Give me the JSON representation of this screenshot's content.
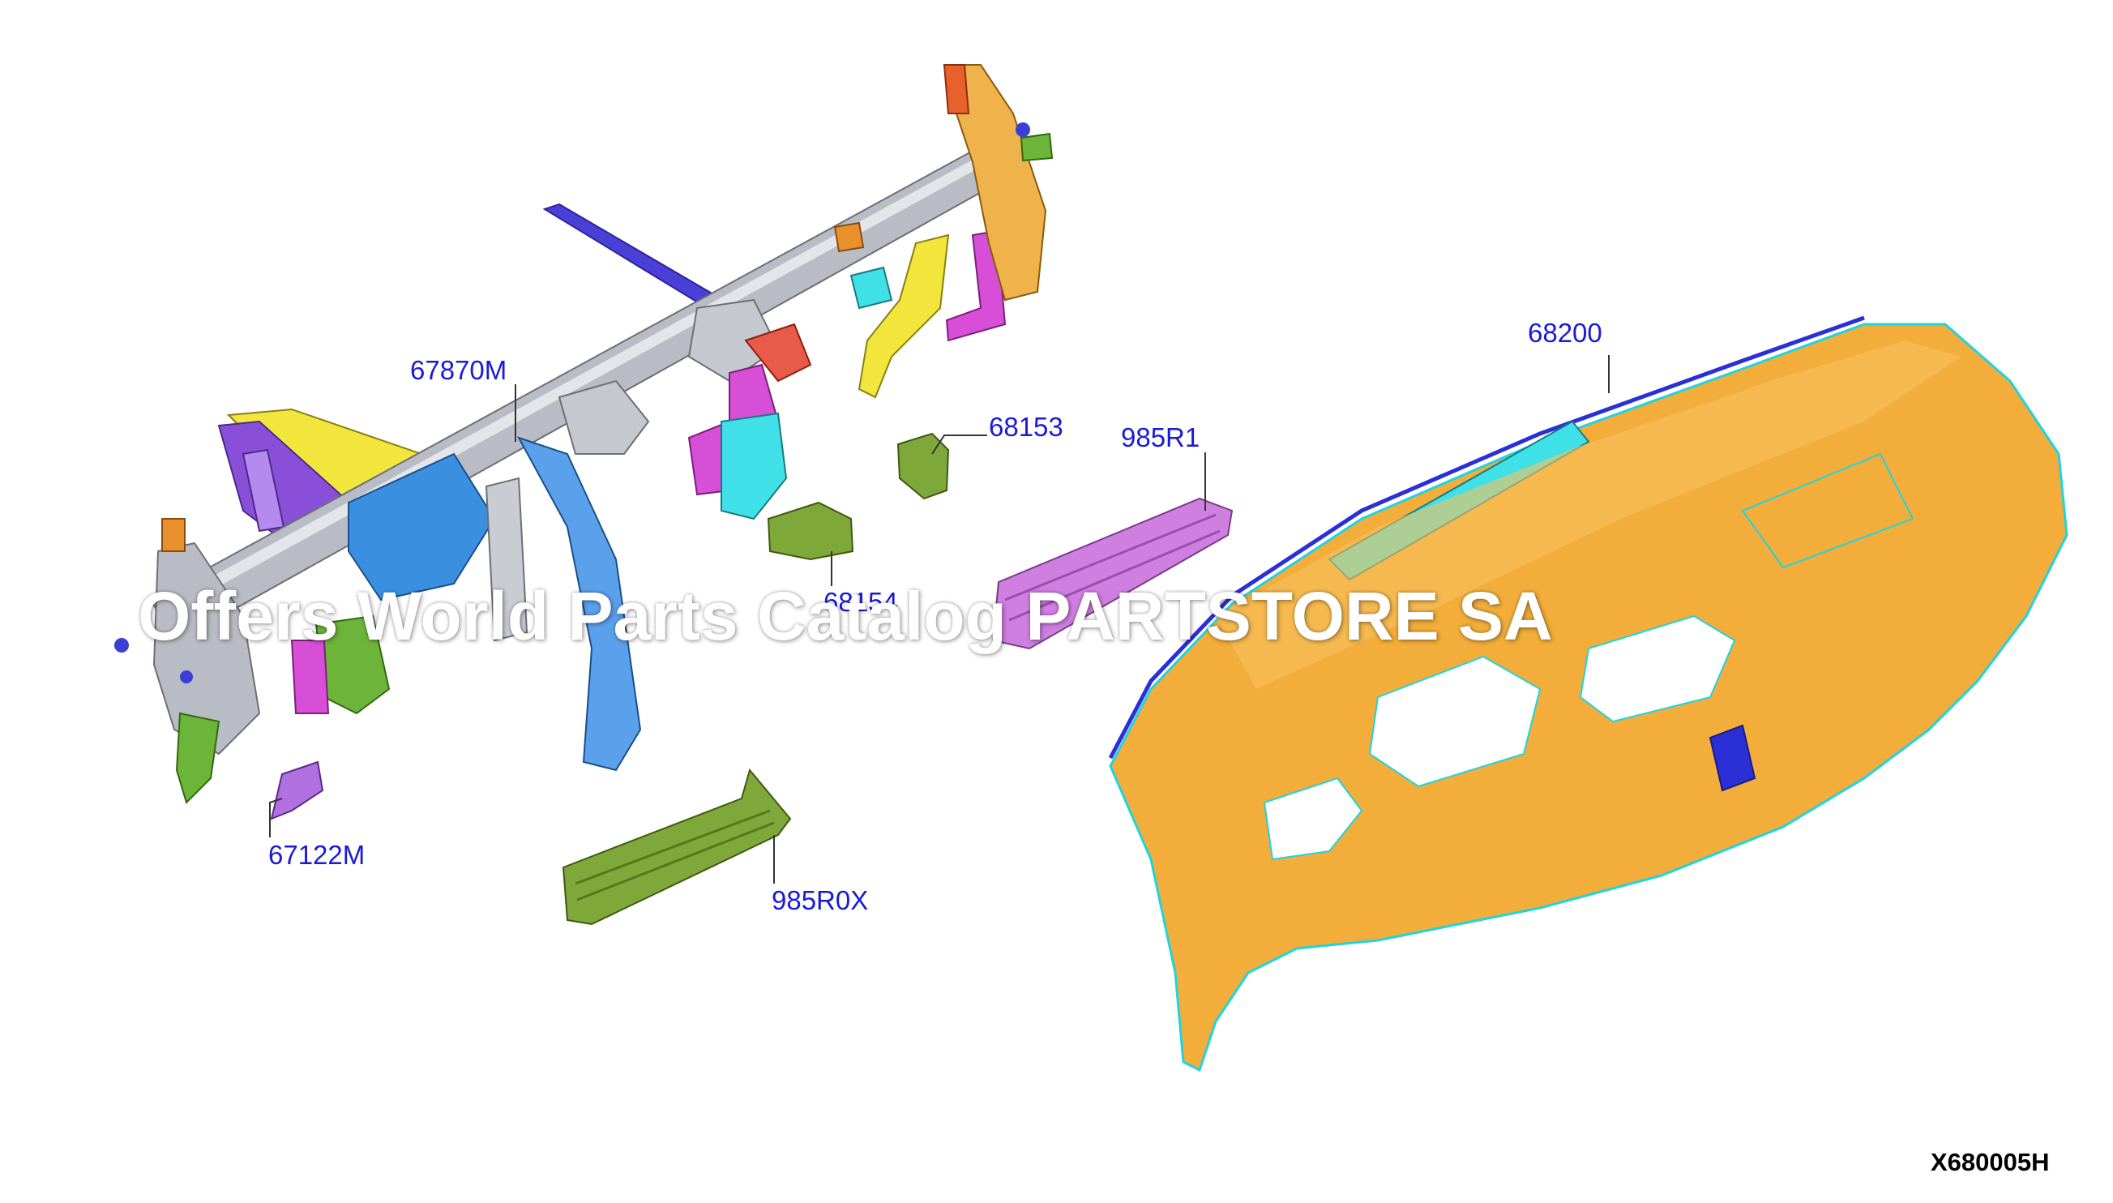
{
  "callouts": {
    "p67870M": "67870M",
    "p68200": "68200",
    "p68153": "68153",
    "p985R1": "985R1",
    "p68154": "68154",
    "p67122M": "67122M",
    "p985R0X": "985R0X"
  },
  "figure_code": "X680005H",
  "watermark": "Offers World Parts Catalog PARTSTORE SA",
  "colors": {
    "callout_text": "#1a1ad8",
    "dashboard": "#f2ad3a",
    "dashboard_edge": "#1fd4e0",
    "crossbar": "#b9bcc4",
    "bracket_blue": "#3a8fe0",
    "bracket_purple": "#8a4fd8",
    "bracket_yellow": "#f2e63c",
    "bracket_magenta": "#d64fd6",
    "bracket_green": "#6db43a",
    "bracket_cyan": "#3fe0e8",
    "bracket_orange": "#e8902c",
    "duct_purple": "#cf7fe0"
  }
}
